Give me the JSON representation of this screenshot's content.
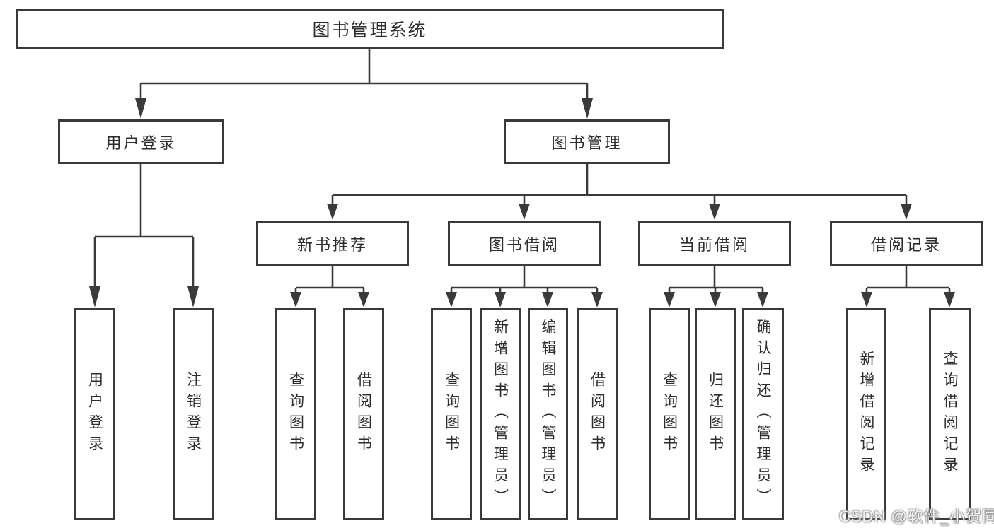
{
  "watermark": "CSDN @软件_小贺同学",
  "colors": {
    "line": "#3a3a3a",
    "box_border": "#3a3a3a",
    "text": "#2d2d2d",
    "background": "#ffffff"
  },
  "tree": {
    "root": {
      "label": "图书管理系统",
      "children": [
        {
          "label": "用户登录",
          "children": [
            {
              "label": "用户登录"
            },
            {
              "label": "注销登录"
            }
          ]
        },
        {
          "label": "图书管理",
          "children": [
            {
              "label": "新书推荐",
              "children": [
                {
                  "label": "查询图书"
                },
                {
                  "label": "借阅图书"
                }
              ]
            },
            {
              "label": "图书借阅",
              "children": [
                {
                  "label": "查询图书"
                },
                {
                  "label": "新增图书（管理员）"
                },
                {
                  "label": "编辑图书（管理员）"
                },
                {
                  "label": "借阅图书"
                }
              ]
            },
            {
              "label": "当前借阅",
              "children": [
                {
                  "label": "查询图书"
                },
                {
                  "label": "归还图书"
                },
                {
                  "label": "确认归还（管理员）"
                }
              ]
            },
            {
              "label": "借阅记录",
              "children": [
                {
                  "label": "新增借阅记录"
                },
                {
                  "label": "查询借阅记录"
                }
              ]
            }
          ]
        }
      ]
    }
  }
}
